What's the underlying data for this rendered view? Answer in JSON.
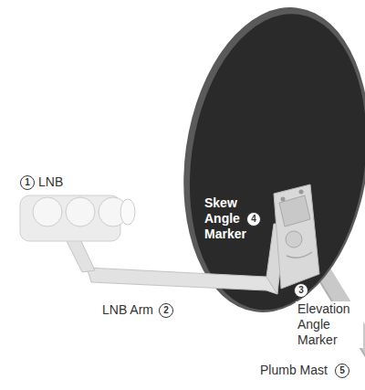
{
  "diagram": {
    "labels": [
      "1",
      "LNB",
      "Skew Angle Marker",
      "4",
      "LNB Arm",
      "2",
      "3",
      "Elevation Angle Marker",
      "Plumb Mast",
      "5"
    ]
  }
}
